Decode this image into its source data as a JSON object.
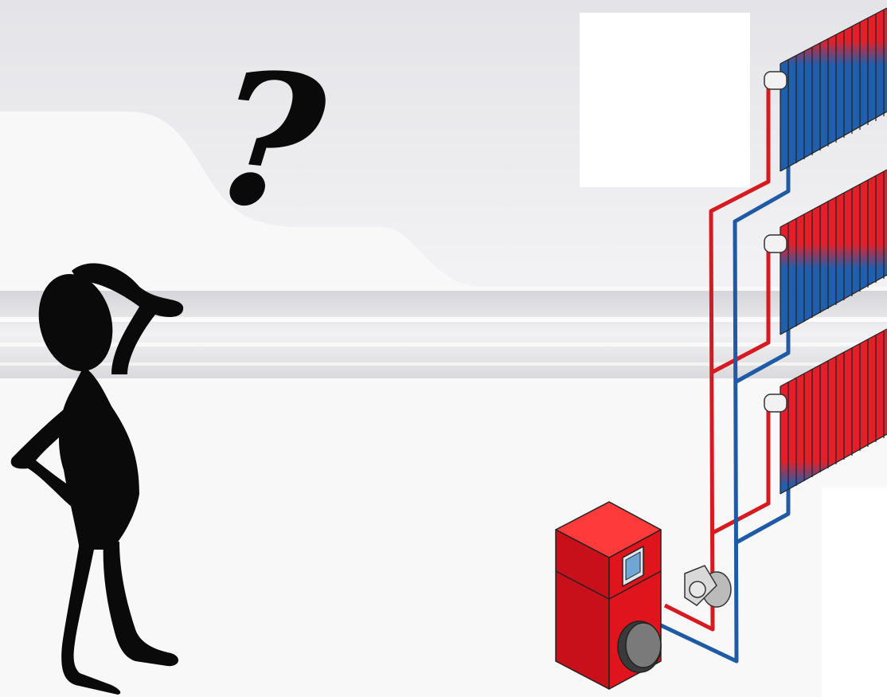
{
  "question_glyph": "?",
  "colors": {
    "background": "#f2f2f4",
    "stripe": "#d9d9dd",
    "silhouette": "#0a0a0a",
    "hot_pipe": "#d71920",
    "cold_pipe": "#1f5aa6",
    "boiler": "#e0141c",
    "radiator_hot": "#e3202a",
    "radiator_cold": "#1f5fae"
  },
  "icons": {
    "person": "thinking-person-icon",
    "question": "question-mark-icon",
    "boiler": "boiler-icon",
    "pump": "circulation-pump-icon",
    "radiator": "radiator-icon",
    "valve": "thermostatic-valve-icon"
  },
  "radiators": [
    {
      "id": "top",
      "hot_fraction": 0.25
    },
    {
      "id": "middle",
      "hot_fraction": 0.5
    },
    {
      "id": "bottom",
      "hot_fraction": 0.85
    }
  ]
}
